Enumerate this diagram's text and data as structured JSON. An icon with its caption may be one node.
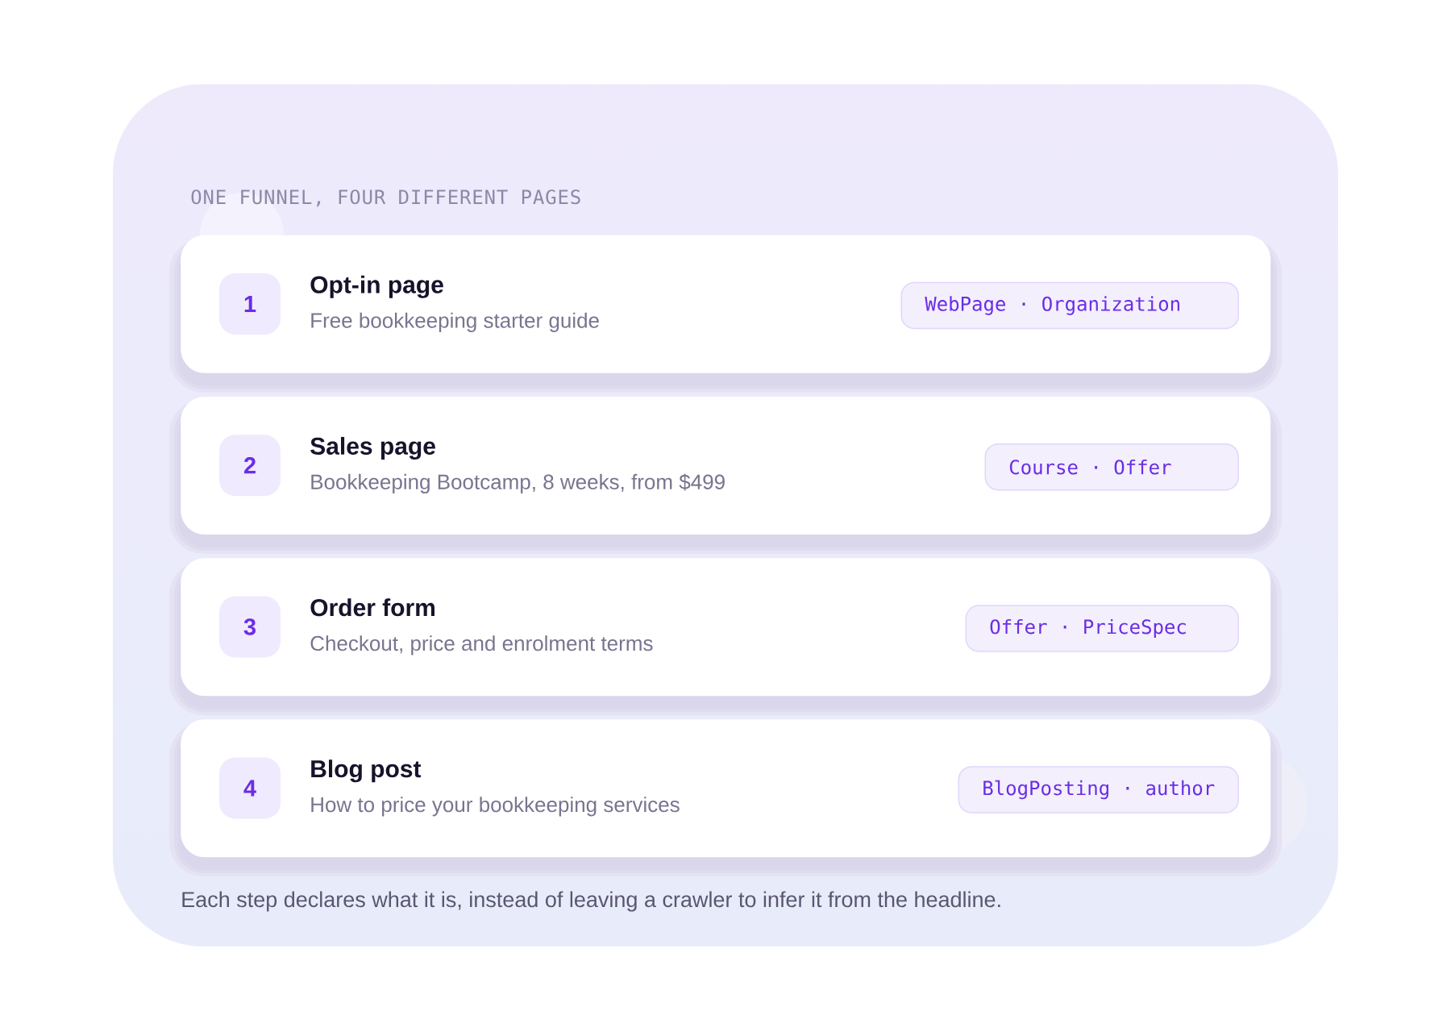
{
  "diagram": {
    "title": "ONE FUNNEL, FOUR DIFFERENT PAGES",
    "caption": "Each step declares what it is, instead of leaving a crawler to infer it from the headline.",
    "nodes": [
      {
        "text": [
          "Opt-in page",
          "Free bookkeeping starter guide"
        ]
      },
      {
        "text": [
          "1"
        ],
        "in": 0
      },
      {
        "text": [
          "WebPage · Organization"
        ],
        "in": 0
      },
      {
        "text": [
          "Sales page",
          "Bookkeeping Bootcamp, 8 weeks, from $499"
        ]
      },
      {
        "text": [
          "2"
        ],
        "in": 3
      },
      {
        "text": [
          "Course · Offer"
        ],
        "in": 3
      },
      {
        "text": [
          "Order form",
          "Checkout, price and enrolment terms"
        ]
      },
      {
        "text": [
          "3"
        ],
        "in": 6
      },
      {
        "text": [
          "Offer · PriceSpec"
        ],
        "in": 6
      },
      {
        "text": [
          "Blog post",
          "How to price your bookkeeping services"
        ]
      },
      {
        "text": [
          "4"
        ],
        "in": 9
      },
      {
        "text": [
          "BlogPosting · author"
        ],
        "in": 9
      }
    ]
  }
}
